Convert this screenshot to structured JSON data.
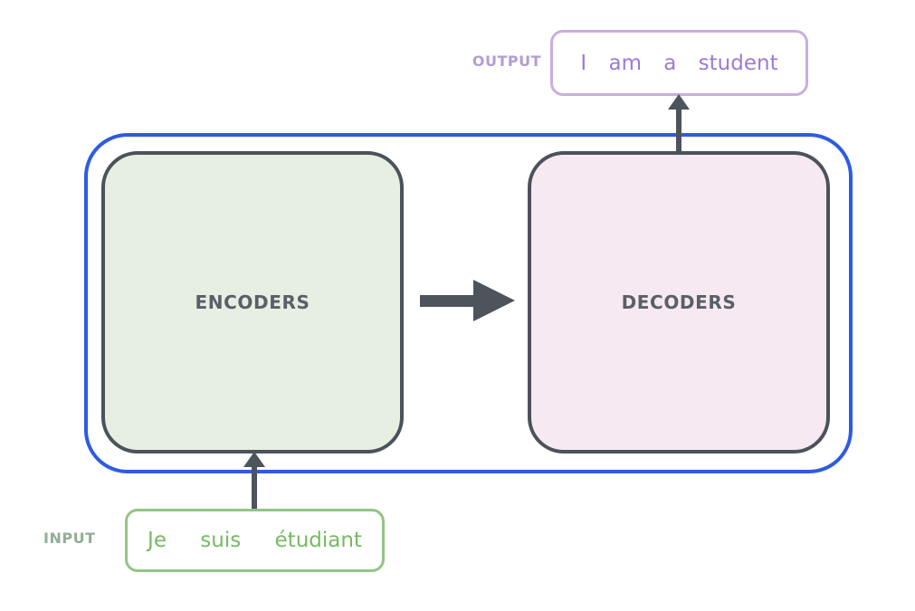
{
  "diagram": {
    "title_semantic": "transformer-encoder-decoder-overview",
    "output_label": "OUTPUT",
    "output_sentence": "I am a student",
    "input_label": "INPUT",
    "input_sentence": "Je suis étudiant",
    "encoders_label": "ENCODERS",
    "decoders_label": "DECODERS"
  },
  "colors": {
    "outer_container_border": "#2e5be4",
    "stack_border": "#4c525a",
    "stack_label_text": "#5a6068",
    "encoders_fill": "#e6efe2",
    "decoders_fill": "#f7e9f2",
    "arrow": "#4d545c",
    "output_box_border": "#c9aee0",
    "output_sentence_text": "#9d7bd3",
    "output_label_text": "#b39cd4",
    "input_box_border": "#94c487",
    "input_sentence_text": "#76ba63",
    "input_label_text": "#92ae94",
    "background": "#ffffff"
  }
}
